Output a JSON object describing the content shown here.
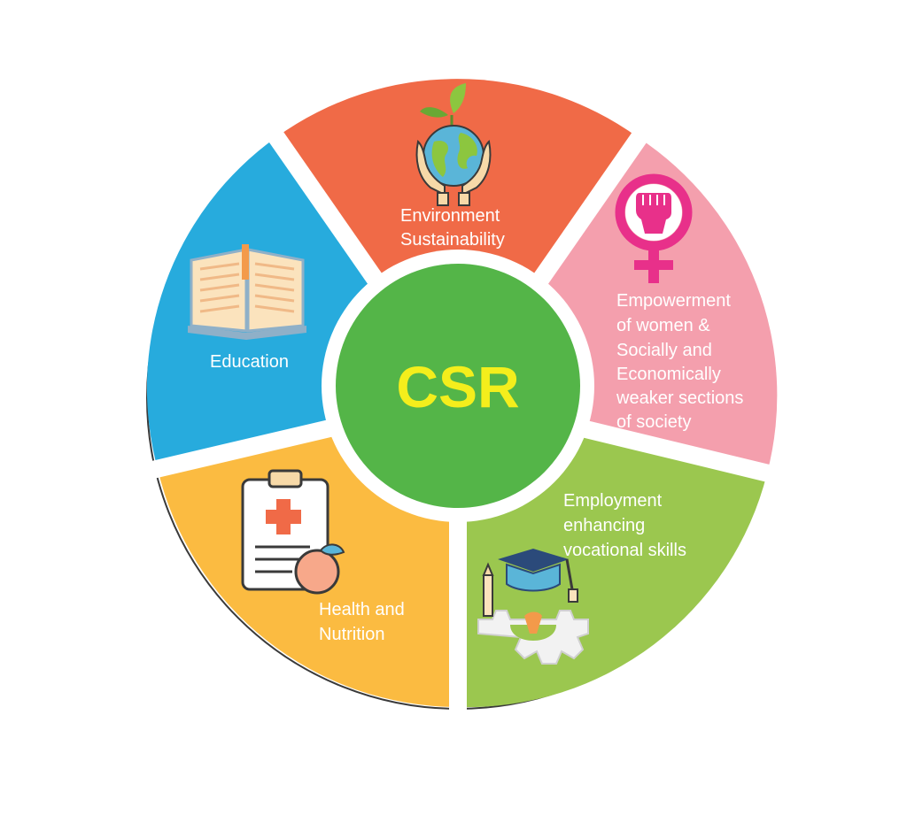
{
  "center": {
    "label": "CSR",
    "fill": "#54b548",
    "text_color": "#f4ee1c"
  },
  "segments": [
    {
      "id": "environment",
      "fill": "#f06a47",
      "icon": "earth-in-hands-icon",
      "lines": [
        "Environment",
        "Sustainability"
      ]
    },
    {
      "id": "women",
      "fill": "#f49fad",
      "icon": "female-symbol-fist-icon",
      "lines": [
        "Empowerment",
        "of women &",
        "Socially and",
        "Economically",
        "weaker sections",
        "of society"
      ]
    },
    {
      "id": "employment",
      "fill": "#9bc74f",
      "icon": "graduation-cap-gear-icon",
      "lines": [
        "Employment",
        "enhancing",
        "vocational skills"
      ]
    },
    {
      "id": "health",
      "fill": "#fbbb41",
      "icon": "clipboard-apple-icon",
      "lines": [
        "Health and",
        "Nutrition"
      ]
    },
    {
      "id": "education",
      "fill": "#27abdd",
      "icon": "open-book-icon",
      "lines": [
        "Education"
      ]
    }
  ],
  "ring": {
    "outline": "#3a3a3a",
    "gap": "#ffffff"
  }
}
